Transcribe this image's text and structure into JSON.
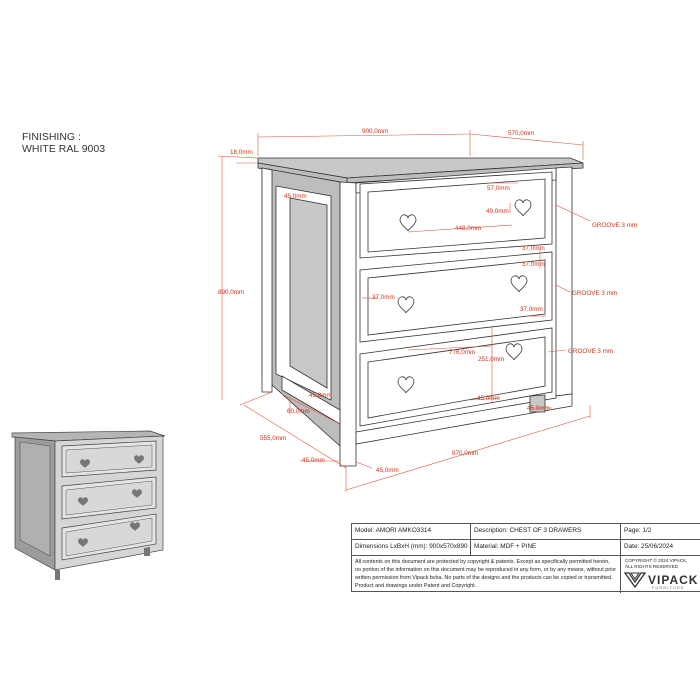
{
  "finishing": {
    "line1": "FINISHING :",
    "line2": "WHITE RAL 9003"
  },
  "dimensions": {
    "width_top": "900,0mm",
    "depth_top": "570,0mm",
    "top_thickness": "18,0mm",
    "height": "890,0mm",
    "side_inset": "45,0mm",
    "drawer_top_pull_w": "57,0mm",
    "drawer_top_pull_h": "49,0mm",
    "drawer_top_width": "448,0mm",
    "gap1": "37,0mm",
    "gap2": "37,0mm",
    "gap3": "37,0mm",
    "gap4": "37,0mm",
    "drawer_bottom_width": "776,0mm",
    "drawer_bottom_height": "251,0mm",
    "bottom_front_45": "45,0mm",
    "leg_left_45": "45,0mm",
    "leg_right_45": "45,0mm",
    "leg_front_45": "45,0mm",
    "leg_height_60": "60,0mm",
    "plinth_height": "45,0mm",
    "depth_bottom": "555,0mm",
    "width_bottom": "870,0mm",
    "groove1": "GROOVE 3 mm",
    "groove2": "GROOVE 3 mm",
    "groove3": "GROOVE 3 mm"
  },
  "title_block": {
    "model": "Model: AMORI AMKO3314",
    "description": "Description: CHEST OF 3 DRAWERS",
    "page": "Page: 1/2",
    "dims": "Dimensions LxBxH (mm): 900x570x890",
    "material": "Material: MDF + PINE",
    "date": "Date: 25/06/2024",
    "notice": "All contents on this document are protected by copyright & patents. Except as specifically permitted herein, no portion of the information on this document may be reproduced in any form, or by any means, without prior written permission from Vipack bvba. No parts of the designs and the products can be copied or transmitted. Product and drawings under Patent and Copyright.",
    "copyright1": "COPYRIGHT © 2024 VIPACK,",
    "copyright2": "ALL RIGHTS RESERVED",
    "brand": "VIPACK",
    "brand_sub": "FURNITURE"
  },
  "colors": {
    "dimension": "#d0351b",
    "line": "#333333"
  }
}
